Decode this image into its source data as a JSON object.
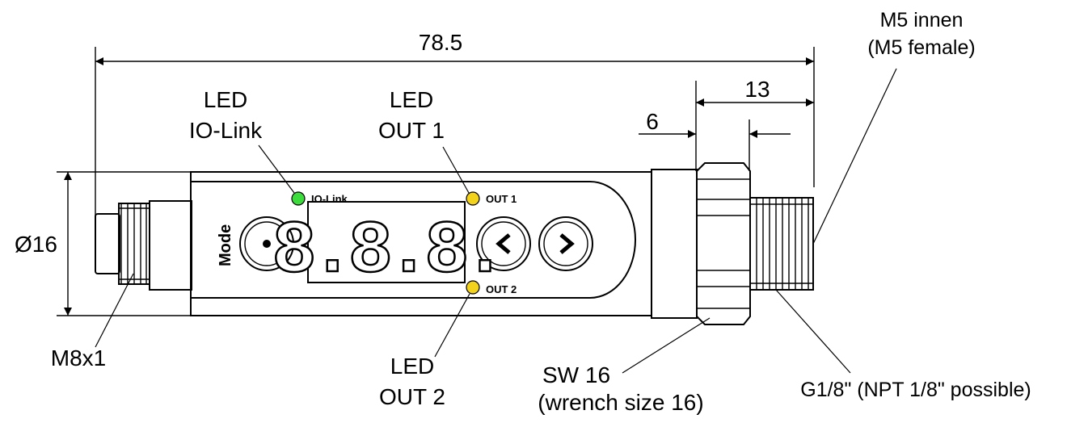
{
  "dimensions": {
    "overall_length": "78.5",
    "diameter": "Ø16",
    "width_13": "13",
    "width_6": "6"
  },
  "labels": {
    "m5_line1": "M5 innen",
    "m5_line2": "(M5 female)",
    "led_iolink_line1": "LED",
    "led_iolink_line2": "IO-Link",
    "led_out1_line1": "LED",
    "led_out1_line2": "OUT 1",
    "led_out2_line1": "LED",
    "led_out2_line2": "OUT 2",
    "m8": "M8x1",
    "sw_line1": "SW 16",
    "sw_line2": "(wrench size 16)",
    "g18": "G1/8\" (NPT 1/8\" possible)"
  },
  "panel": {
    "mode_label": "Mode",
    "iolink_label": "IO-Link",
    "out1_label": "OUT 1",
    "out2_label": "OUT 2",
    "display_value": "8.8.8."
  },
  "colors": {
    "led_iolink": "#3ddc3d",
    "led_out": "#f2d21b"
  },
  "icons": {
    "mode_button": "dot-icon",
    "left_button": "chevron-left-icon",
    "right_button": "chevron-right-icon"
  }
}
